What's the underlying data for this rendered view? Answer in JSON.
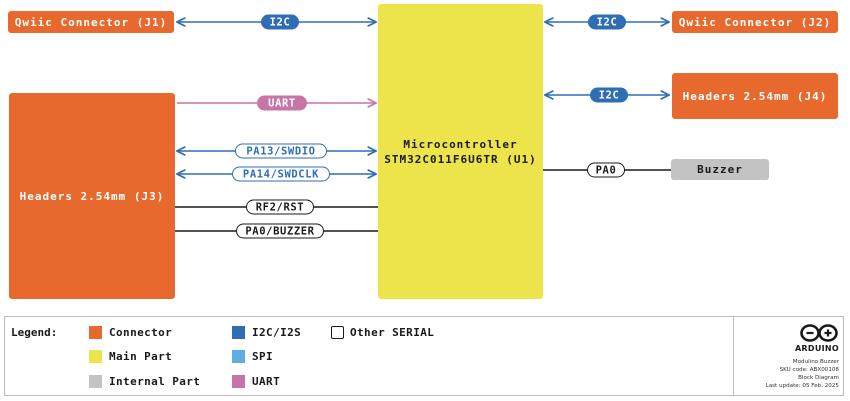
{
  "blocks": {
    "qwiic_j1": "Qwiic Connector (J1)",
    "qwiic_j2": "Qwiic Connector (J2)",
    "headers_j3": "Headers 2.54mm (J3)",
    "headers_j4": "Headers 2.54mm (J4)",
    "mcu_line1": "Microcontroller",
    "mcu_line2": "STM32C011F6U6TR (U1)",
    "buzzer": "Buzzer"
  },
  "links": {
    "i2c_j1": "I2C",
    "i2c_j2": "I2C",
    "i2c_j4": "I2C",
    "uart": "UART",
    "swdio": "PA13/SWDIO",
    "swdclk": "PA14/SWDCLK",
    "rst": "RF2/RST",
    "buzzer_j3": "PA0/BUZZER",
    "pa0": "PA0"
  },
  "legend": {
    "title": "Legend:",
    "items": [
      {
        "label": "Connector",
        "color": "#e8692e"
      },
      {
        "label": "Main Part",
        "color": "#ede34b"
      },
      {
        "label": "Internal Part",
        "color": "#c3c3c3"
      },
      {
        "label": "I2C/I2S",
        "color": "#2f6eb5"
      },
      {
        "label": "SPI",
        "color": "#5dade2"
      },
      {
        "label": "UART",
        "color": "#c774a7"
      },
      {
        "label": "Other SERIAL",
        "color": "#ffffff"
      }
    ]
  },
  "brand": {
    "name": "ARDUINO",
    "product": "Modulino Buzzer",
    "sku": "SKU code: ABX00108",
    "doc": "Block Diagram",
    "updated": "Last update: 05 Feb, 2025"
  }
}
